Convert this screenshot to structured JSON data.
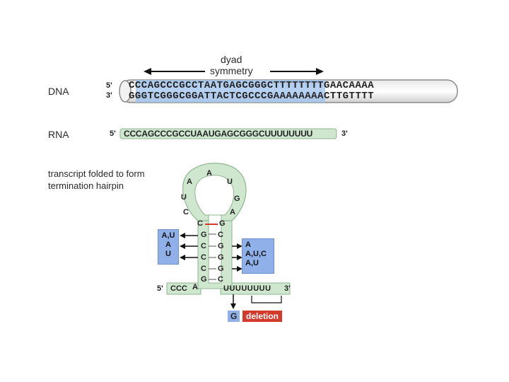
{
  "dyad_label_line1": "dyad",
  "dyad_label_line2": "symmetry",
  "dna_label": "DNA",
  "rna_label": "RNA",
  "five_prime": "5'",
  "three_prime": "3'",
  "dna_top_strand": "CCCAGCCCGCCTAATGAGCGGGCTTTTTTTTGAACAAAA",
  "dna_bottom_strand": "GGGTCGGGCGGATTACTCGCCCGAAAAAAAACTTGTTTT",
  "rna_sequence": "CCCAGCCCGCCUAAUGAGCGGGCUUUUUUUU",
  "hairpin_caption_line1": "transcript folded to form",
  "hairpin_caption_line2": "termination hairpin",
  "hairpin": {
    "tail_5": "CCC",
    "tail_3": "UUUUUUUU",
    "left_box": [
      "A,U",
      "A",
      "U"
    ],
    "right_box": [
      "A",
      "A,U,C",
      "A,U"
    ],
    "mutation_base": "G",
    "deletion_label": "deletion"
  },
  "colors": {
    "blue": "#8fb0e8",
    "green": "#cfe6cf",
    "red": "#d33a2c"
  }
}
